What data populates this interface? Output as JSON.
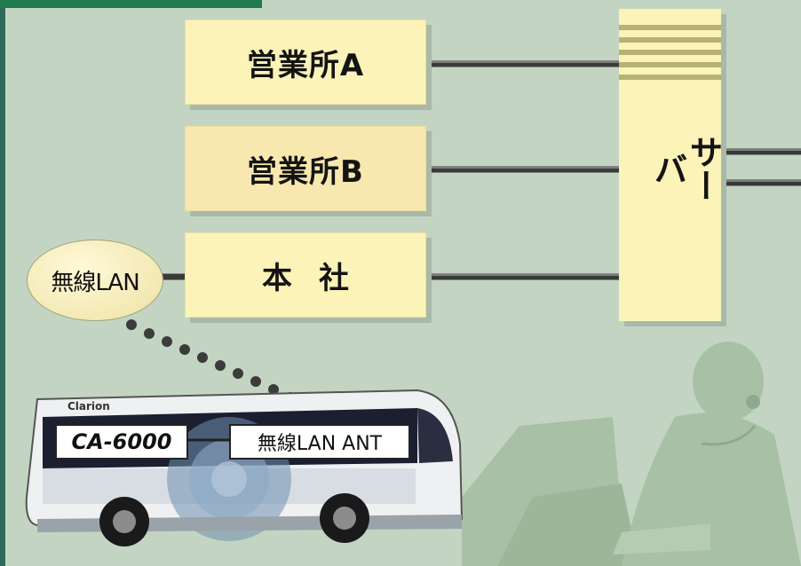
{
  "offices": {
    "office_a": "営業所A",
    "office_b": "営業所B",
    "hq": "本社"
  },
  "server": {
    "label": "サーバ"
  },
  "wireless": {
    "bubble_label": "無線LAN"
  },
  "bus": {
    "brand": "Clarion",
    "model_label": "CA-6000",
    "antenna_label": "無線LAN ANT"
  },
  "colors": {
    "background": "#c3d5c2",
    "box_fill": "#fbf3b7",
    "line": "#4a4a4a",
    "accent_green": "#1f7a4d"
  }
}
